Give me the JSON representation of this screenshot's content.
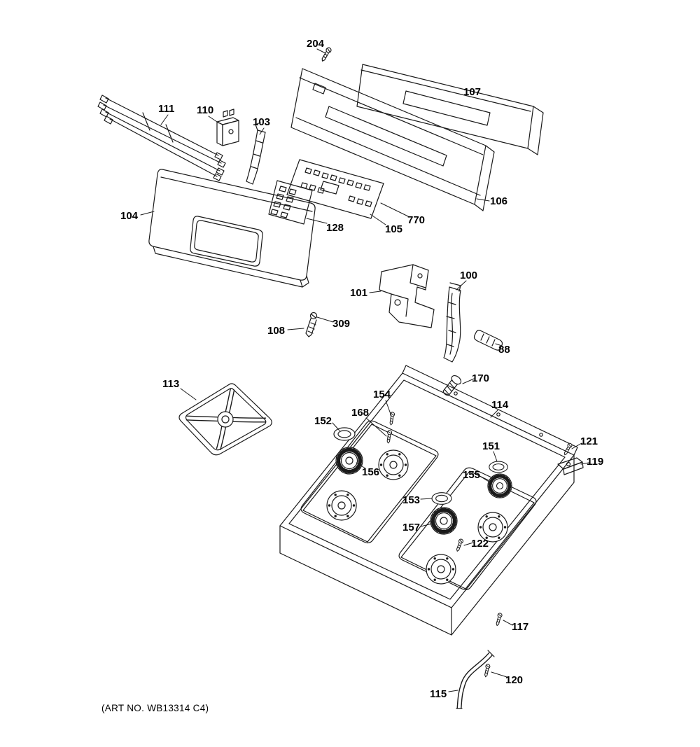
{
  "diagram": {
    "art_no": "(ART NO. WB13314 C4)",
    "part_labels": [
      "204",
      "107",
      "111",
      "110",
      "103",
      "104",
      "106",
      "770",
      "105",
      "128",
      "101",
      "100",
      "88",
      "108",
      "309",
      "113",
      "170",
      "114",
      "152",
      "168",
      "154",
      "151",
      "121",
      "119",
      "156",
      "155",
      "153",
      "157",
      "122",
      "117",
      "120",
      "115"
    ],
    "colors": {
      "line": "#1a1a1a",
      "background": "#ffffff",
      "label_text": "#000000"
    }
  }
}
